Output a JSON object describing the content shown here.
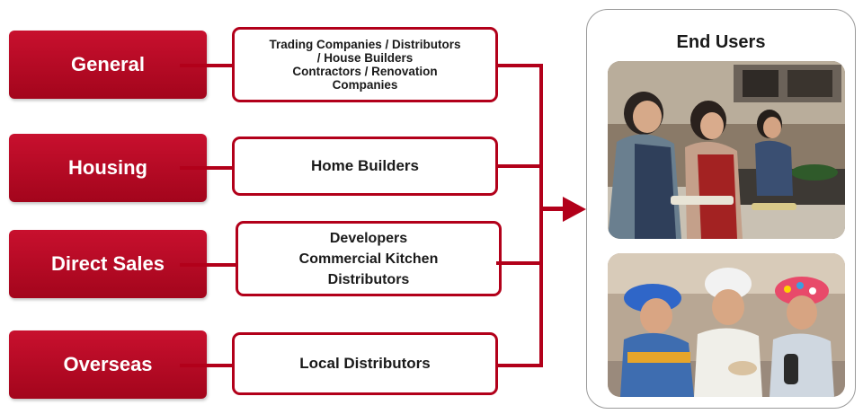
{
  "channels": [
    {
      "label": "General"
    },
    {
      "label": "Housing"
    },
    {
      "label": "Direct Sales"
    },
    {
      "label": "Overseas"
    }
  ],
  "partners": [
    {
      "lines": [
        "Trading Companies / Distributors",
        "/ House Builders",
        "Contractors / Renovation",
        "Companies"
      ]
    },
    {
      "lines": [
        "Home Builders"
      ]
    },
    {
      "lines": [
        "Developers",
        "Commercial Kitchen",
        "Distributors"
      ]
    },
    {
      "lines": [
        "Local Distributors"
      ]
    }
  ],
  "end_users": {
    "title": "End Users"
  },
  "colors": {
    "brand_red": "#b2001a",
    "channel_red": "#c8102e"
  }
}
